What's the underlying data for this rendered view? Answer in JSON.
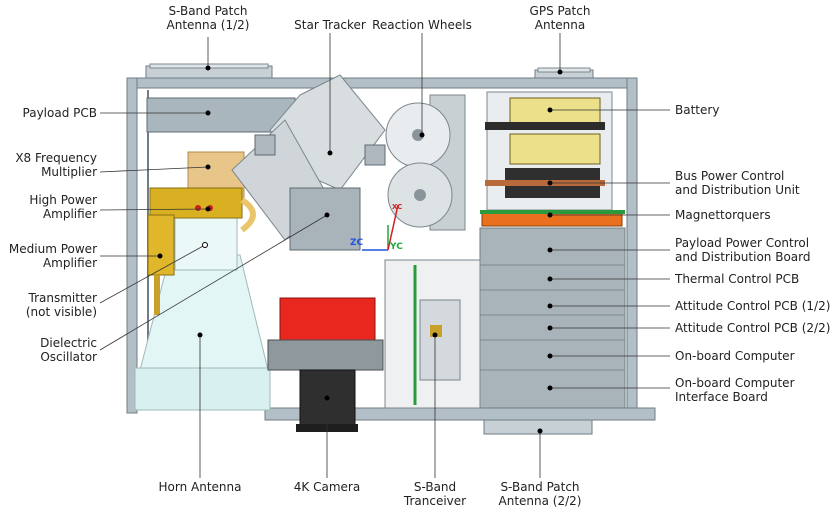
{
  "labels": {
    "sband_patch_1": [
      "S-Band Patch",
      "Antenna (1/2)"
    ],
    "star_tracker": [
      "Star Tracker"
    ],
    "reaction_wheels": [
      "Reaction Wheels"
    ],
    "gps_patch": [
      "GPS Patch",
      "Antenna"
    ],
    "payload_pcb": [
      "Payload PCB"
    ],
    "x8_multiplier": [
      "X8 Frequency",
      "Multiplier"
    ],
    "high_power_amp": [
      "High Power",
      "Amplifier"
    ],
    "medium_power_amp": [
      "Medium Power",
      "Amplifier"
    ],
    "transmitter": [
      "Transmitter",
      "(not visible)"
    ],
    "dielectric_osc": [
      "Dielectric",
      "Oscillator"
    ],
    "battery": [
      "Battery"
    ],
    "bus_power": [
      "Bus Power Control",
      "and Distribution Unit"
    ],
    "magnetorquers": [
      "Magnettorquers"
    ],
    "payload_power": [
      "Payload Power Control",
      "and Distribution Board"
    ],
    "thermal_pcb": [
      "Thermal Control PCB"
    ],
    "attitude_1": [
      "Attitude Control PCB (1/2)"
    ],
    "attitude_2": [
      "Attitude Control PCB (2/2)"
    ],
    "obc": [
      "On-board Computer"
    ],
    "obc_interface": [
      "On-board Computer",
      "Interface Board"
    ],
    "horn_antenna": [
      "Horn Antenna"
    ],
    "camera_4k": [
      "4K Camera"
    ],
    "sband_transceiver": [
      "S-Band",
      "Tranceiver"
    ],
    "sband_patch_2": [
      "S-Band Patch",
      "Antenna (2/2)"
    ]
  },
  "axes": {
    "z": "ZC",
    "y": "YC",
    "x": "XC"
  },
  "colors": {
    "frame": "#a9b6bd",
    "frame_dark": "#6f7d86",
    "pcb_stack": "#a9b4ba",
    "horn": "#e3f6f6",
    "camera_red": "#e8281e",
    "camera_body": "#3a3a3a",
    "battery_yellow": "#ece08a",
    "magnetorquer": "#e8701e",
    "amp_gold": "#d8b021",
    "multiplier_tan": "#e8c68a",
    "pcb_green": "#2a9a3c",
    "leader": "#333333"
  }
}
